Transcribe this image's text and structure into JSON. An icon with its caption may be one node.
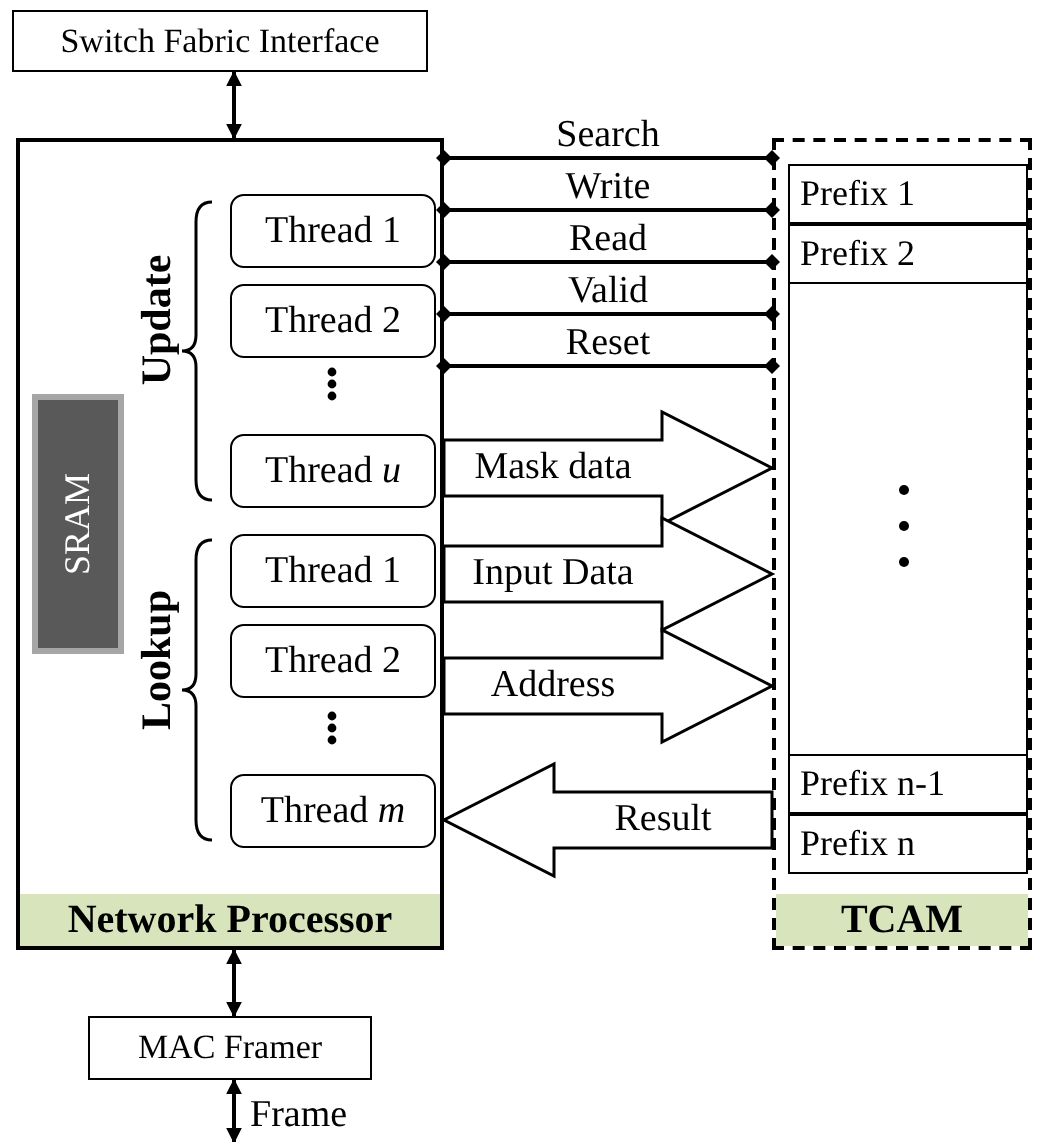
{
  "diagram": {
    "nodes": [
      {
        "text": [
          "Switch Fabric Interface"
        ]
      },
      {
        "text": [
          "Network Processor"
        ]
      },
      {
        "text": [
          "SRAM"
        ],
        "in": 1
      },
      {
        "text": [
          "Thread 1"
        ],
        "in": 1
      },
      {
        "text": [
          "Thread 2"
        ],
        "in": 1
      },
      {
        "text": [
          "Thread *u*"
        ],
        "in": 1
      },
      {
        "text": [
          "Thread 1"
        ],
        "in": 1
      },
      {
        "text": [
          "Thread 2"
        ],
        "in": 1
      },
      {
        "text": [
          "Thread *m*"
        ],
        "in": 1
      },
      {
        "text": [
          "TCAM"
        ]
      },
      {
        "text": [
          "Prefix 1"
        ],
        "in": 9
      },
      {
        "text": [
          "Prefix 2"
        ],
        "in": 9
      },
      {
        "text": [
          "Prefix n-1"
        ],
        "in": 9
      },
      {
        "text": [
          "Prefix n"
        ],
        "in": 9
      },
      {
        "text": [
          "MAC Framer"
        ]
      }
    ],
    "edges": [
      {
        "from": 0,
        "to": 1,
        "arrow": "both"
      },
      {
        "from": 1,
        "to": 9,
        "label": "Search",
        "arrow": "other"
      },
      {
        "from": 1,
        "to": 9,
        "label": "Write",
        "arrow": "other"
      },
      {
        "from": 1,
        "to": 9,
        "label": "Read",
        "arrow": "other"
      },
      {
        "from": 1,
        "to": 9,
        "label": "Valid",
        "arrow": "other"
      },
      {
        "from": 1,
        "to": 9,
        "label": "Reset",
        "arrow": "other"
      },
      {
        "from": 1,
        "to": 9,
        "label": "Mask data",
        "arrow": "to",
        "style": "thick"
      },
      {
        "from": 1,
        "to": 9,
        "label": "Input Data",
        "arrow": "to",
        "style": "thick"
      },
      {
        "from": 1,
        "to": 9,
        "label": "Address",
        "arrow": "to",
        "style": "thick"
      },
      {
        "from": 9,
        "to": 1,
        "label": "Result",
        "arrow": "to",
        "style": "thick"
      },
      {
        "from": 1,
        "to": 14,
        "arrow": "both"
      },
      {
        "from": 14,
        "to": null,
        "label": "Frame",
        "arrow": "both"
      }
    ],
    "labels": [
      "Update",
      "Lookup"
    ]
  }
}
